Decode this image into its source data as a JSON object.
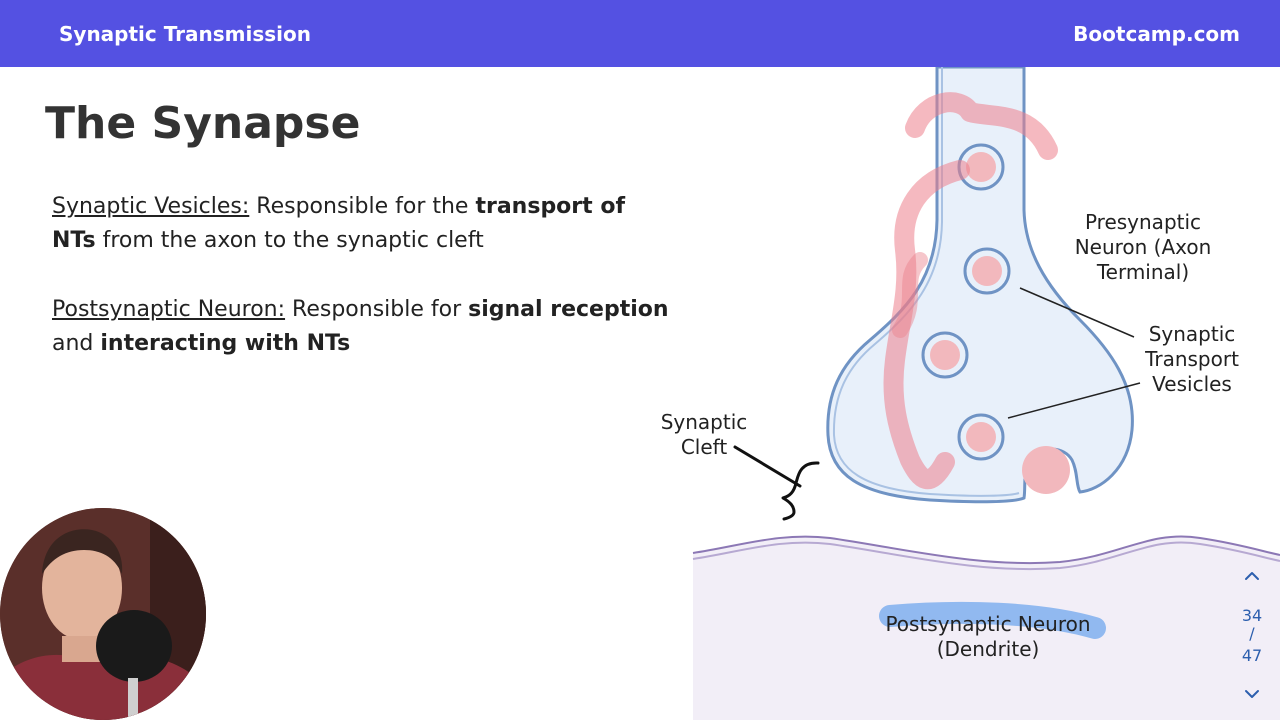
{
  "header": {
    "course_title": "Synaptic Transmission",
    "site": "Bootcamp.com"
  },
  "slide": {
    "title": "The Synapse",
    "para1": {
      "term": "Synaptic Vesicles:",
      "text1": " Responsible for the ",
      "bold1": "transport of NTs",
      "text2": " from the axon to the synaptic cleft"
    },
    "para2": {
      "term": "Postsynaptic Neuron:",
      "text1": " Responsible for ",
      "bold1": "signal reception",
      "text2": " and ",
      "bold2": "interacting with NTs"
    }
  },
  "diagram": {
    "label_presynaptic": "Presynaptic Neuron (Axon Terminal)",
    "label_vesicles": "Synaptic Transport Vesicles",
    "label_cleft": "Synaptic Cleft",
    "label_postsynaptic_line1": "Postsynaptic Neuron",
    "label_postsynaptic_line2": "(Dendrite)"
  },
  "pager": {
    "current": "34",
    "separator": "/",
    "total": "47",
    "up_icon": "chevron-up-icon",
    "down_icon": "chevron-down-icon"
  },
  "colors": {
    "header_bg": "#5451e2",
    "pink_highlight": "#ec808c",
    "blue_highlight": "#5096eb",
    "membrane": "#6f93c4",
    "pager": "#2d5fae"
  }
}
